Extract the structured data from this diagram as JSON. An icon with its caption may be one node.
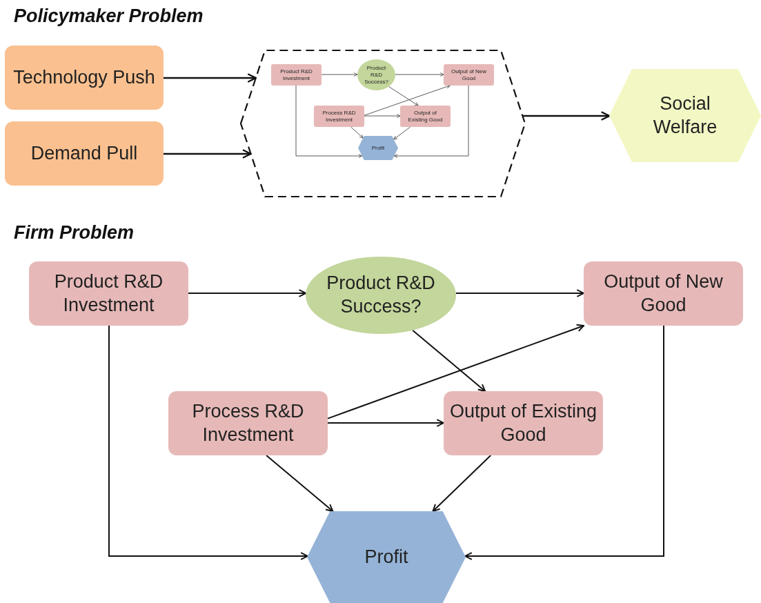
{
  "diagram": {
    "nodes": [
      {
        "text": [
          "Technology Push"
        ]
      },
      {
        "text": [
          "Demand Pull"
        ]
      },
      {
        "text": [],
        "shape": "hexagon"
      },
      {
        "text": [
          "Product R&D Investment"
        ],
        "in": 2
      },
      {
        "text": [
          "Product R&D Success?"
        ],
        "in": 2
      },
      {
        "text": [
          "Output of New Good"
        ],
        "in": 2
      },
      {
        "text": [
          "Process R&D Investment"
        ],
        "in": 2
      },
      {
        "text": [
          "Output of Existing Good"
        ],
        "in": 2
      },
      {
        "text": [
          "Profit"
        ],
        "in": 2
      },
      {
        "text": [
          "Social Welfare"
        ]
      },
      {
        "text": [
          "Product R&D Investment"
        ]
      },
      {
        "text": [
          "Product R&D Success?"
        ]
      },
      {
        "text": [
          "Output of New Good"
        ]
      },
      {
        "text": [
          "Process R&D Investment"
        ]
      },
      {
        "text": [
          "Output of Existing Good"
        ]
      },
      {
        "text": [
          "Profit"
        ]
      }
    ],
    "edges": [
      {
        "from": 0,
        "to": 2,
        "arrow": "to"
      },
      {
        "from": 1,
        "to": 2,
        "arrow": "to"
      },
      {
        "from": 2,
        "to": 9,
        "arrow": "to"
      },
      {
        "from": 3,
        "to": 4,
        "arrow": "to",
        "color": "#595959"
      },
      {
        "from": 4,
        "to": 5,
        "arrow": "to",
        "color": "#595959"
      },
      {
        "from": 4,
        "to": 7,
        "arrow": "to",
        "color": "#595959"
      },
      {
        "from": 6,
        "to": 5,
        "arrow": "to",
        "color": "#595959"
      },
      {
        "from": 6,
        "to": 7,
        "arrow": "to",
        "color": "#595959"
      },
      {
        "from": 6,
        "to": 8,
        "arrow": "to",
        "color": "#595959"
      },
      {
        "from": 7,
        "to": 8,
        "arrow": "to",
        "color": "#595959"
      },
      {
        "from": 3,
        "to": 8,
        "arrow": "to",
        "color": "#595959"
      },
      {
        "from": 5,
        "to": 8,
        "arrow": "to",
        "color": "#595959"
      },
      {
        "from": 10,
        "to": 11,
        "arrow": "to"
      },
      {
        "from": 11,
        "to": 12,
        "arrow": "to"
      },
      {
        "from": 11,
        "to": 14,
        "arrow": "to"
      },
      {
        "from": 13,
        "to": 12,
        "arrow": "to"
      },
      {
        "from": 13,
        "to": 14,
        "arrow": "to"
      },
      {
        "from": 13,
        "to": 15,
        "arrow": "to"
      },
      {
        "from": 14,
        "to": 15,
        "arrow": "to"
      },
      {
        "from": 10,
        "to": 15,
        "arrow": "to"
      },
      {
        "from": 12,
        "to": 15,
        "arrow": "to"
      }
    ],
    "labels": [
      "Policymaker Problem",
      "Firm Problem"
    ]
  }
}
